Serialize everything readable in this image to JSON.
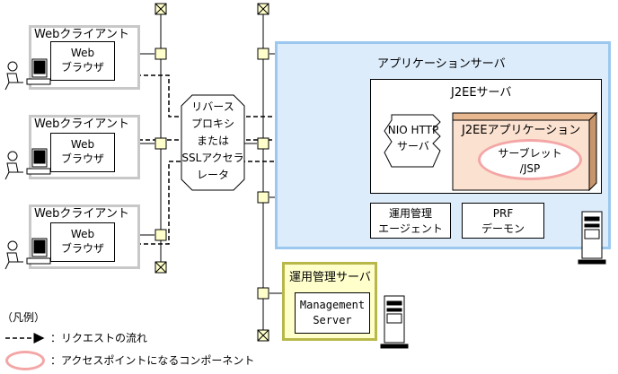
{
  "clients": [
    {
      "title": "Webクライアント",
      "browser_line1": "Web",
      "browser_line2": "ブラウザ"
    },
    {
      "title": "Webクライアント",
      "browser_line1": "Web",
      "browser_line2": "ブラウザ"
    },
    {
      "title": "Webクライアント",
      "browser_line1": "Web",
      "browser_line2": "ブラウザ"
    }
  ],
  "proxy": {
    "line1": "リバース",
    "line2": "プロキシ",
    "line3": "または",
    "line4": "SSLアクセラ",
    "line5": "レータ"
  },
  "app_server": {
    "title": "アプリケーションサーバ"
  },
  "j2ee_server": {
    "title": "J2EEサーバ"
  },
  "nio_http": {
    "line1": "NIO HTTP",
    "line2": "サーバ"
  },
  "j2ee_app": {
    "title": "J2EEアプリケーション"
  },
  "servlet": {
    "line1": "サーブレット",
    "line2": "/JSP"
  },
  "mgmt_agent": {
    "line1": "運用管理",
    "line2": "エージェント"
  },
  "prf": {
    "line1": "PRF",
    "line2": "デーモン"
  },
  "mgmt_server": {
    "title": "運用管理サーバ",
    "inner_line1": "Management",
    "inner_line2": "Server"
  },
  "legend": {
    "heading": "（凡例）",
    "request_flow": "：リクエストの流れ",
    "access_point": "：アクセスポイントになるコンポーネント"
  },
  "colors": {
    "app_server_fill": "#dcecfb",
    "app_server_border": "#9cc8f0",
    "mgmt_server_fill": "#ffffcc",
    "mgmt_server_border": "#b8b84a",
    "j2ee_app_fill": "#fbe1cf",
    "access_point_ring": "#f4a6a6",
    "port_fill": "#ffffcc",
    "client_border": "#c8c8c8"
  }
}
